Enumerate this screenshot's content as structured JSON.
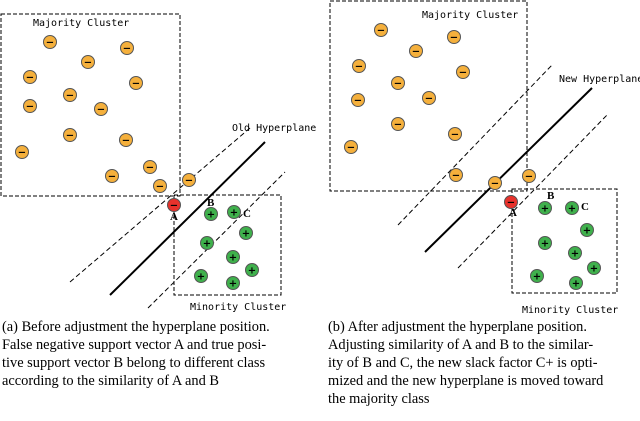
{
  "panel_a": {
    "majority_label": "Majority Cluster",
    "minority_label": "Minority Cluster",
    "hyperplane_label": "Old Hyperplane",
    "point_a": "A",
    "point_b": "B",
    "point_c": "C",
    "minus_sign": "−",
    "plus_sign": "+",
    "caption_lines": [
      "(a) Before adjustment the hyperplane position.",
      "False negative support vector A and true posi-",
      "tive support vector B belong to different class",
      "according to the similarity of A and B"
    ]
  },
  "panel_b": {
    "majority_label": "Majority Cluster",
    "minority_label": "Minority Cluster",
    "hyperplane_label": "New Hyperplane",
    "point_a": "A",
    "point_b": "B",
    "point_c": "C",
    "minus_sign": "−",
    "plus_sign": "+",
    "caption_lines": [
      "(b) After adjustment the hyperplane position.",
      "Adjusting similarity of A and B to the similar-",
      "ity of B and C, the new slack factor C+ is opti-",
      "mized and the new hyperplane is moved toward",
      "the majority class"
    ]
  },
  "colors": {
    "majority_fill": "#f5b03c",
    "minority_fill": "#3fb14c",
    "point_a_fill": "#e8322c"
  }
}
